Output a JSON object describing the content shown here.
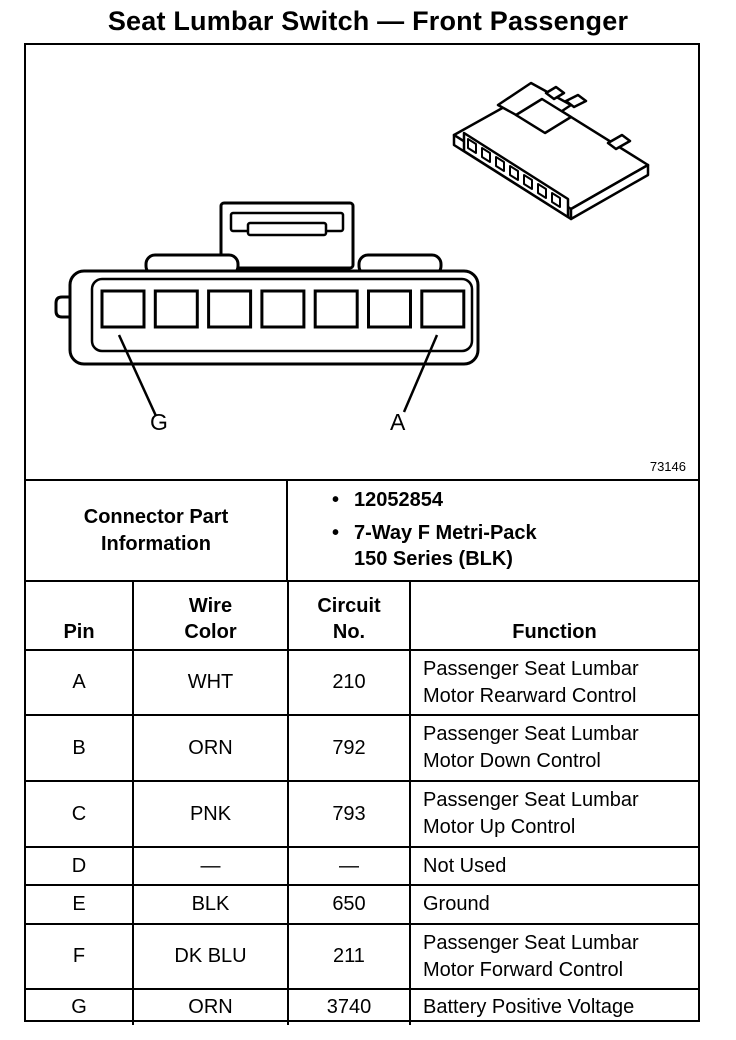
{
  "title": "Seat Lumbar Switch — Front Passenger",
  "diagram": {
    "pin_label_left": "G",
    "pin_label_right": "A",
    "figure_number": "73146",
    "connector_cavities": 7
  },
  "connector_info": {
    "label_line1": "Connector Part",
    "label_line2": "Information",
    "bullet": "•",
    "part_number": "12052854",
    "description_line1": "7-Way F Metri-Pack",
    "description_line2": "150 Series (BLK)"
  },
  "table": {
    "headers": {
      "pin": "Pin",
      "wire_color_line1": "Wire",
      "wire_color_line2": "Color",
      "circuit_line1": "Circuit",
      "circuit_line2": "No.",
      "function": "Function"
    },
    "rows": [
      {
        "pin": "A",
        "wire": "WHT",
        "circuit": "210",
        "func1": "Passenger Seat Lumbar",
        "func2": "Motor Rearward Control"
      },
      {
        "pin": "B",
        "wire": "ORN",
        "circuit": "792",
        "func1": "Passenger Seat Lumbar",
        "func2": "Motor Down Control"
      },
      {
        "pin": "C",
        "wire": "PNK",
        "circuit": "793",
        "func1": "Passenger Seat Lumbar",
        "func2": "Motor Up Control"
      },
      {
        "pin": "D",
        "wire": "—",
        "circuit": "—",
        "func1": "Not Used",
        "func2": ""
      },
      {
        "pin": "E",
        "wire": "BLK",
        "circuit": "650",
        "func1": "Ground",
        "func2": ""
      },
      {
        "pin": "F",
        "wire": "DK BLU",
        "circuit": "211",
        "func1": "Passenger Seat Lumbar",
        "func2": "Motor Forward Control"
      },
      {
        "pin": "G",
        "wire": "ORN",
        "circuit": "3740",
        "func1": "Battery Positive Voltage",
        "func2": ""
      }
    ]
  }
}
